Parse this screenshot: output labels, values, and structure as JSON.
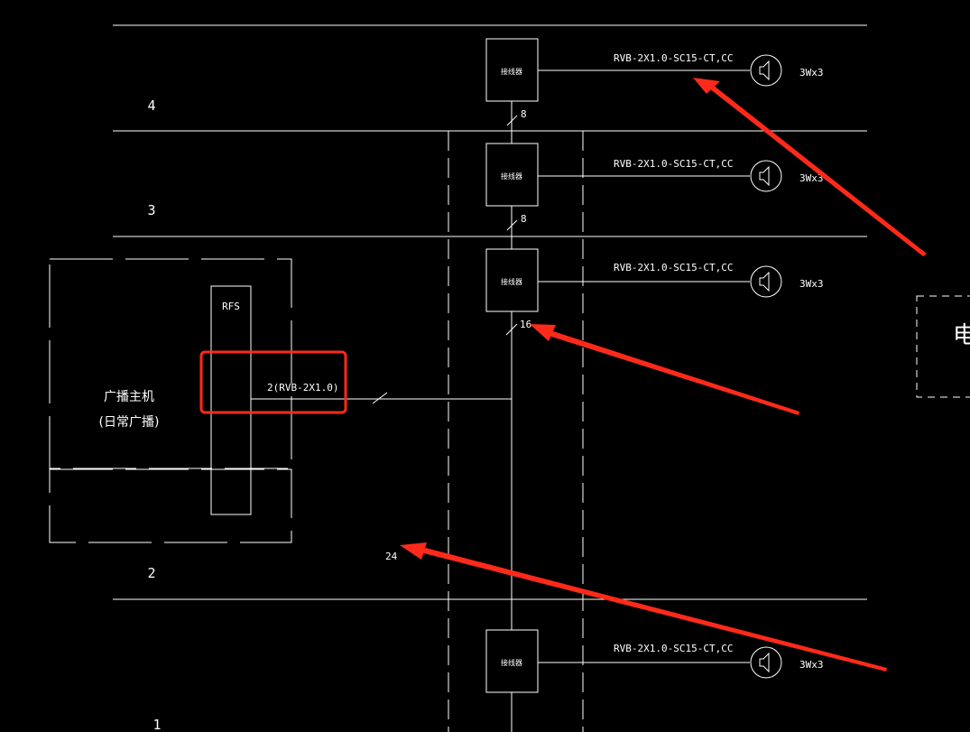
{
  "floors": [
    "4",
    "3",
    "2",
    "1"
  ],
  "junction_box_label": "接线器",
  "cable_label": "RVB-2X1.0-SC15-CT,CC",
  "speaker_power": "3Wx3",
  "riser_counts": [
    "8",
    "8",
    "16",
    "24"
  ],
  "rfs_label": "RFS",
  "host": {
    "line1": "广播主机",
    "line2": "(日常广播)"
  },
  "host_cable": "2(RVB-2X1.0)",
  "cut_off_label": "电",
  "colors": {
    "background": "#000000",
    "lines": "#ffffff",
    "annotation": "#ff2a1a"
  }
}
